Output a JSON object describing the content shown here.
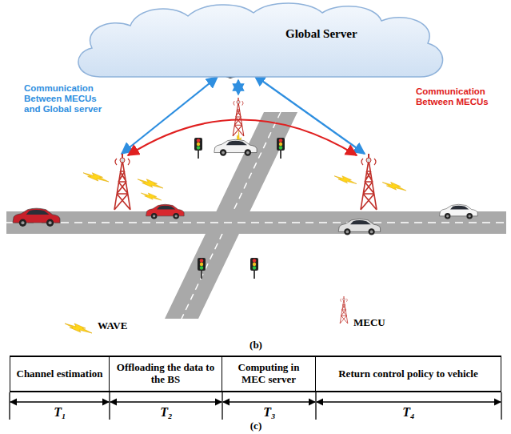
{
  "diagram": {
    "nodes": [
      {
        "text": [
          "Global Server"
        ]
      },
      {
        "text": [
          "Channel estimation"
        ]
      },
      {
        "text": [
          "Offloading the data to the BS"
        ]
      },
      {
        "text": [
          "Computing in MEC server"
        ]
      },
      {
        "text": [
          "Return control policy to vehicle"
        ]
      }
    ],
    "labels": [
      "Communication Between MECUs and Global server",
      "Communication Between MECUs",
      "WAVE",
      "MECU",
      "(b)",
      "T₁",
      "T₂",
      "T₃",
      "T₄",
      "(c)"
    ]
  }
}
